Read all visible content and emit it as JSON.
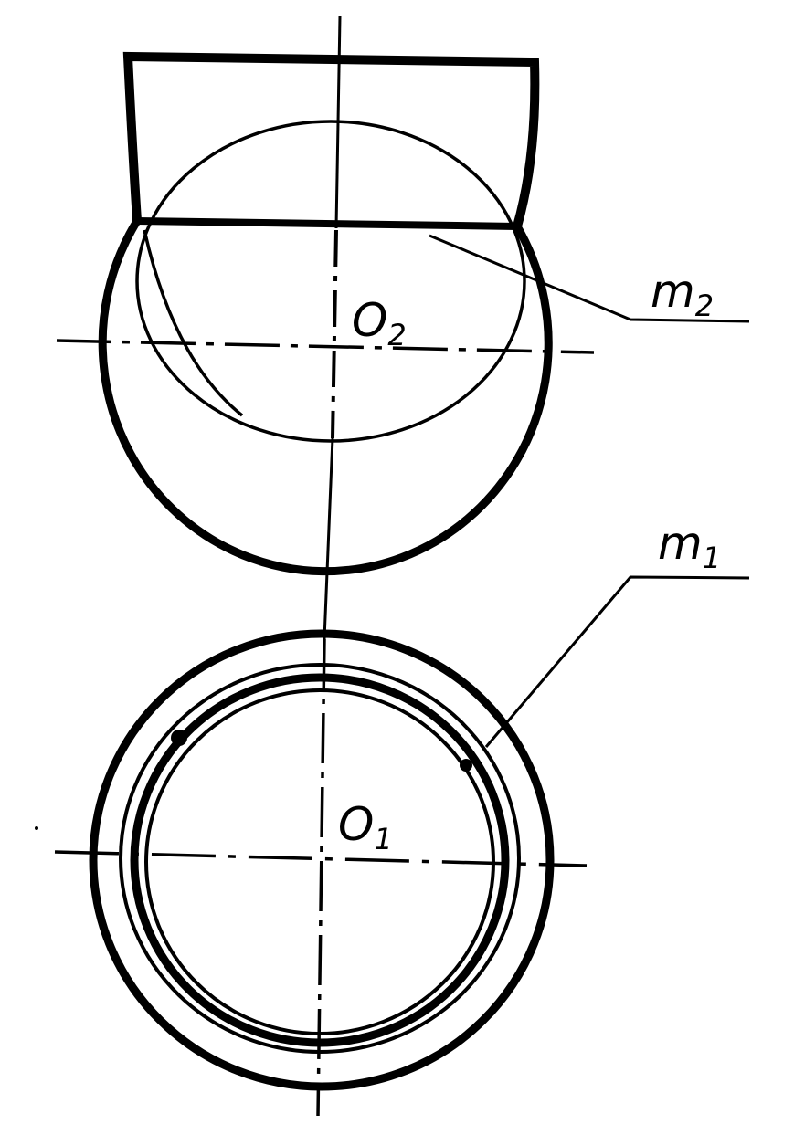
{
  "labels": {
    "o2": {
      "main": "O",
      "sub": "2"
    },
    "o1": {
      "main": "O",
      "sub": "1"
    },
    "m2": {
      "main": "m",
      "sub": "2"
    },
    "m1": {
      "main": "m",
      "sub": "1"
    }
  },
  "colors": {
    "ink": "#000000",
    "paper": "#ffffff"
  }
}
